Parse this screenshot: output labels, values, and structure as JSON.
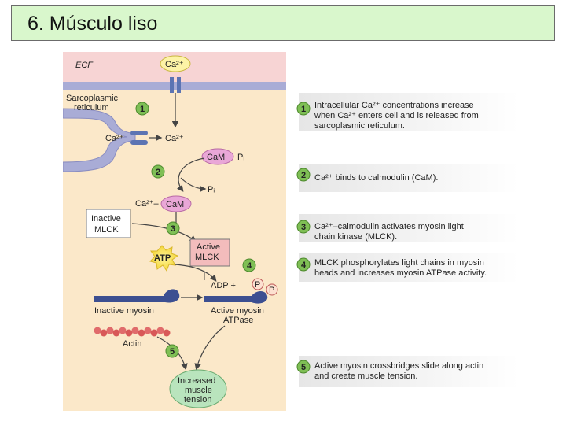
{
  "title": "6. Músculo liso",
  "diagram": {
    "ecf": "ECF",
    "ca2": "Ca²⁺",
    "sr_line1": "Sarcoplasmic",
    "sr_line2": "reticulum",
    "cam": "CaM",
    "cam_pi": "CaM – Pᵢ",
    "pi": "Pᵢ",
    "ca_cam": "Ca²⁺–",
    "inactive_mlck_line1": "Inactive",
    "inactive_mlck_line2": "MLCK",
    "active_mlck_line1": "Active",
    "active_mlck_line2": "MLCK",
    "atp": "ATP",
    "adp": "ADP +",
    "p": "P",
    "inactive_myosin": "Inactive myosin",
    "active_myosin_line1": "Active myosin",
    "active_myosin_line2": "ATPase",
    "actin": "Actin",
    "tension_line1": "Increased",
    "tension_line2": "muscle",
    "tension_line3": "tension",
    "step_numbers": [
      "1",
      "2",
      "3",
      "4",
      "5"
    ]
  },
  "steps": [
    {
      "number": "1",
      "lines": [
        "Intracellular Ca²⁺ concentrations increase",
        "when Ca²⁺ enters cell and is released from",
        "sarcoplasmic reticulum."
      ]
    },
    {
      "number": "2",
      "lines": [
        "Ca²⁺ binds to calmodulin (CaM)."
      ]
    },
    {
      "number": "3",
      "lines": [
        "Ca²⁺–calmodulin activates myosin light",
        "chain kinase (MLCK)."
      ]
    },
    {
      "number": "4",
      "lines": [
        "MLCK phosphorylates light chains in myosin",
        "heads and increases myosin ATPase activity."
      ]
    },
    {
      "number": "5",
      "lines": [
        "Active myosin crossbridges slide along actin",
        "and create muscle tension."
      ]
    }
  ],
  "colors": {
    "ecf_band": "#f7d4d4",
    "cell_bg": "#fbe8c9",
    "membrane": "#a9acd6",
    "step_circle": "#7fbf55",
    "cam_oval": "#e9a7d7",
    "mlck_box": "#f3bcbc",
    "tension_oval": "#b9e4bd",
    "actin": "#e06b6b",
    "myosin": "#3c4f91"
  }
}
